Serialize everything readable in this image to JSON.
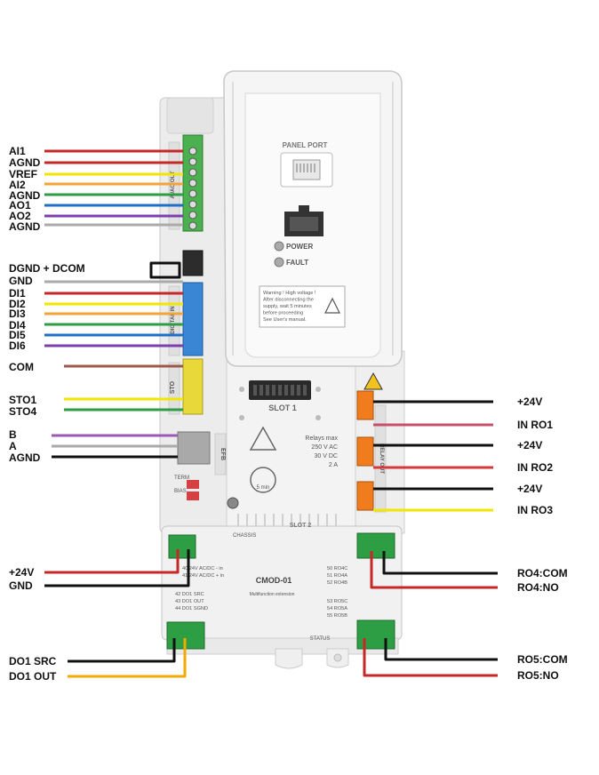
{
  "device": {
    "panel_port_label": "PANEL PORT",
    "power_label": "POWER",
    "fault_label": "FAULT",
    "warning_text": [
      "Warning ! High voltage !",
      "After disconnecting the",
      "supply, wait 5 minutes",
      "before proceeding",
      "See User's manual."
    ],
    "slot1_label": "SLOT 1",
    "slot2_label": "SLOT 2",
    "relays_text": [
      "Relays max",
      "250 V AC",
      "30 V DC",
      "2 A"
    ],
    "five_min_label": "5 min",
    "term_label": "TERM",
    "bias_label": "BIAS",
    "chassis_label": "CHASSIS",
    "module_name": "CMOD-01",
    "module_subtitle": "Multifunction extension",
    "status_label": "STATUS",
    "block_labels": {
      "ai_ao": "AI/AO/OUT",
      "di": "DIGITAL IN",
      "sto": "STO",
      "efb": "EFB",
      "relay": "RELAY OUT"
    },
    "module_terminals": {
      "power_in": [
        "40 24V AC/DC - in",
        "41 24V AC/DC + in"
      ],
      "do1": [
        "42 DO1 SRC",
        "43 DO1 OUT",
        "44 DO1 SGND"
      ],
      "ro4": [
        "50 RO4C",
        "51 RO4A",
        "52 RO4B"
      ],
      "ro5": [
        "53 RO5C",
        "54 RO5A",
        "55 RO5B"
      ]
    }
  },
  "left_labels": [
    {
      "id": "ai1",
      "text": "AI1",
      "color": "#c62828"
    },
    {
      "id": "agnd1",
      "text": "AGND",
      "color": "#c62828"
    },
    {
      "id": "vref",
      "text": "VREF",
      "color": "#f2e600"
    },
    {
      "id": "ai2",
      "text": "AI2",
      "color": "#f2a33a"
    },
    {
      "id": "agnd2",
      "text": "AGND",
      "color": "#2e9e45"
    },
    {
      "id": "ao1",
      "text": "AO1",
      "color": "#1e6fc7"
    },
    {
      "id": "ao2",
      "text": "AO2",
      "color": "#7b3fb0"
    },
    {
      "id": "agnd3",
      "text": "AGND",
      "color": "#aaaaaa"
    },
    {
      "id": "dgnd",
      "text": "DGND + DCOM",
      "color": "#111111"
    },
    {
      "id": "gnd1",
      "text": "GND",
      "color": "#aaaaaa"
    },
    {
      "id": "di1",
      "text": "DI1",
      "color": "#c62828"
    },
    {
      "id": "di2",
      "text": "DI2",
      "color": "#f2e600"
    },
    {
      "id": "di3",
      "text": "DI3",
      "color": "#f2a33a"
    },
    {
      "id": "di4",
      "text": "DI4",
      "color": "#2e9e45"
    },
    {
      "id": "di5",
      "text": "DI5",
      "color": "#1e6fc7"
    },
    {
      "id": "di6",
      "text": "DI6",
      "color": "#7b3fb0"
    },
    {
      "id": "com",
      "text": "COM",
      "color": "#9c5a4a"
    },
    {
      "id": "sto1",
      "text": "STO1",
      "color": "#f2e600"
    },
    {
      "id": "sto4",
      "text": "STO4",
      "color": "#2e9e45"
    },
    {
      "id": "b",
      "text": "B",
      "color": "#9b59b6"
    },
    {
      "id": "a",
      "text": "A",
      "color": "#aaaaaa"
    },
    {
      "id": "agnd4",
      "text": "AGND",
      "color": "#111111"
    },
    {
      "id": "p24l",
      "text": "+24V",
      "color": "#c62828"
    },
    {
      "id": "gnd2",
      "text": "GND",
      "color": "#111111"
    },
    {
      "id": "do1src",
      "text": "DO1 SRC",
      "color": "#111111"
    },
    {
      "id": "do1out",
      "text": "DO1 OUT",
      "color": "#f2a900"
    }
  ],
  "right_labels": [
    {
      "id": "p24a",
      "text": "+24V",
      "color": "#111111"
    },
    {
      "id": "inro1",
      "text": "IN RO1",
      "color": "#c9506a"
    },
    {
      "id": "p24b",
      "text": "+24V",
      "color": "#111111"
    },
    {
      "id": "inro2",
      "text": "IN RO2",
      "color": "#d43a3a"
    },
    {
      "id": "p24c",
      "text": "+24V",
      "color": "#111111"
    },
    {
      "id": "inro3",
      "text": "IN RO3",
      "color": "#f2e600"
    },
    {
      "id": "ro4com",
      "text": "RO4:COM",
      "color": "#111111"
    },
    {
      "id": "ro4no",
      "text": "RO4:NO",
      "color": "#c62828"
    },
    {
      "id": "ro5com",
      "text": "RO5:COM",
      "color": "#111111"
    },
    {
      "id": "ro5no",
      "text": "RO5:NO",
      "color": "#c62828"
    }
  ]
}
